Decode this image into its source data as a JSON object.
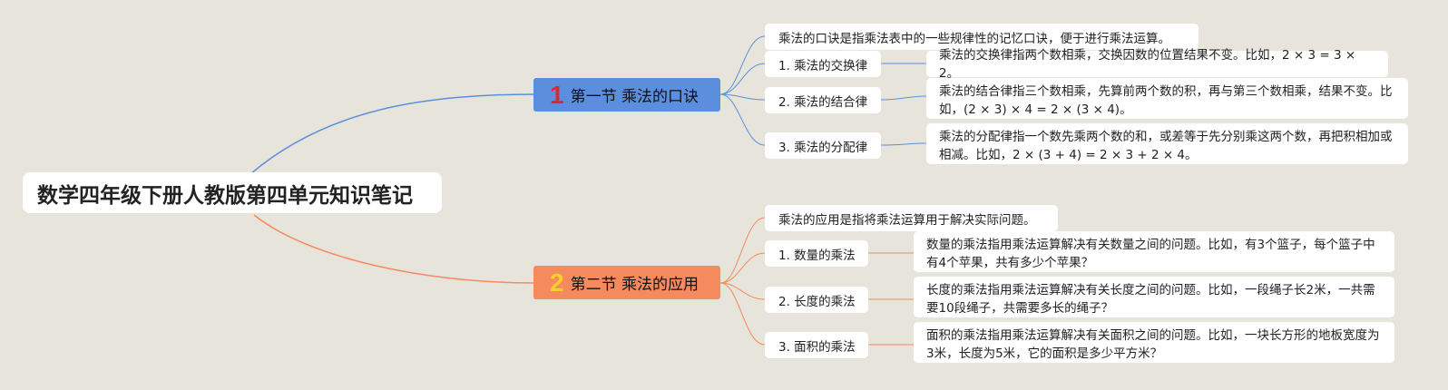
{
  "root": {
    "title": "数学四年级下册人教版第四单元知识笔记"
  },
  "sections": [
    {
      "number": "1",
      "title": "第一节 乘法的口诀",
      "intro": "乘法的口诀是指乘法表中的一些规律性的记忆口诀，便于进行乘法运算。",
      "items": [
        {
          "label": "1. 乘法的交换律",
          "detail": "乘法的交换律指两个数相乘，交换因数的位置结果不变。比如，2 × 3 = 3 × 2。"
        },
        {
          "label": "2. 乘法的结合律",
          "detail": "乘法的结合律指三个数相乘，先算前两个数的积，再与第三个数相乘，结果不变。比如，(2 × 3) × 4 = 2 × (3 × 4)。"
        },
        {
          "label": "3. 乘法的分配律",
          "detail": "乘法的分配律指一个数先乘两个数的和，或差等于先分别乘这两个数，再把积相加或相减。比如，2 × (3 + 4) = 2 × 3 + 2 × 4。"
        }
      ]
    },
    {
      "number": "2",
      "title": "第二节 乘法的应用",
      "intro": "乘法的应用是指将乘法运算用于解决实际问题。",
      "items": [
        {
          "label": "1. 数量的乘法",
          "detail": "数量的乘法指用乘法运算解决有关数量之间的问题。比如，有3个篮子，每个篮子中有4个苹果，共有多少个苹果？"
        },
        {
          "label": "2. 长度的乘法",
          "detail": "长度的乘法指用乘法运算解决有关长度之间的问题。比如，一段绳子长2米，一共需要10段绳子，共需要多长的绳子？"
        },
        {
          "label": "3. 面积的乘法",
          "detail": "面积的乘法指用乘法运算解决有关面积之间的问题。比如，一块长方形的地板宽度为3米，长度为5米，它的面积是多少平方米？"
        }
      ]
    }
  ],
  "colors": {
    "background": "#e7e4db",
    "section1": "#5b8fde",
    "section2": "#f58a5f",
    "branch1": "#5b8fde",
    "branch2": "#f58a5f",
    "num1": "#e0262f",
    "num2": "#f7d02a"
  }
}
